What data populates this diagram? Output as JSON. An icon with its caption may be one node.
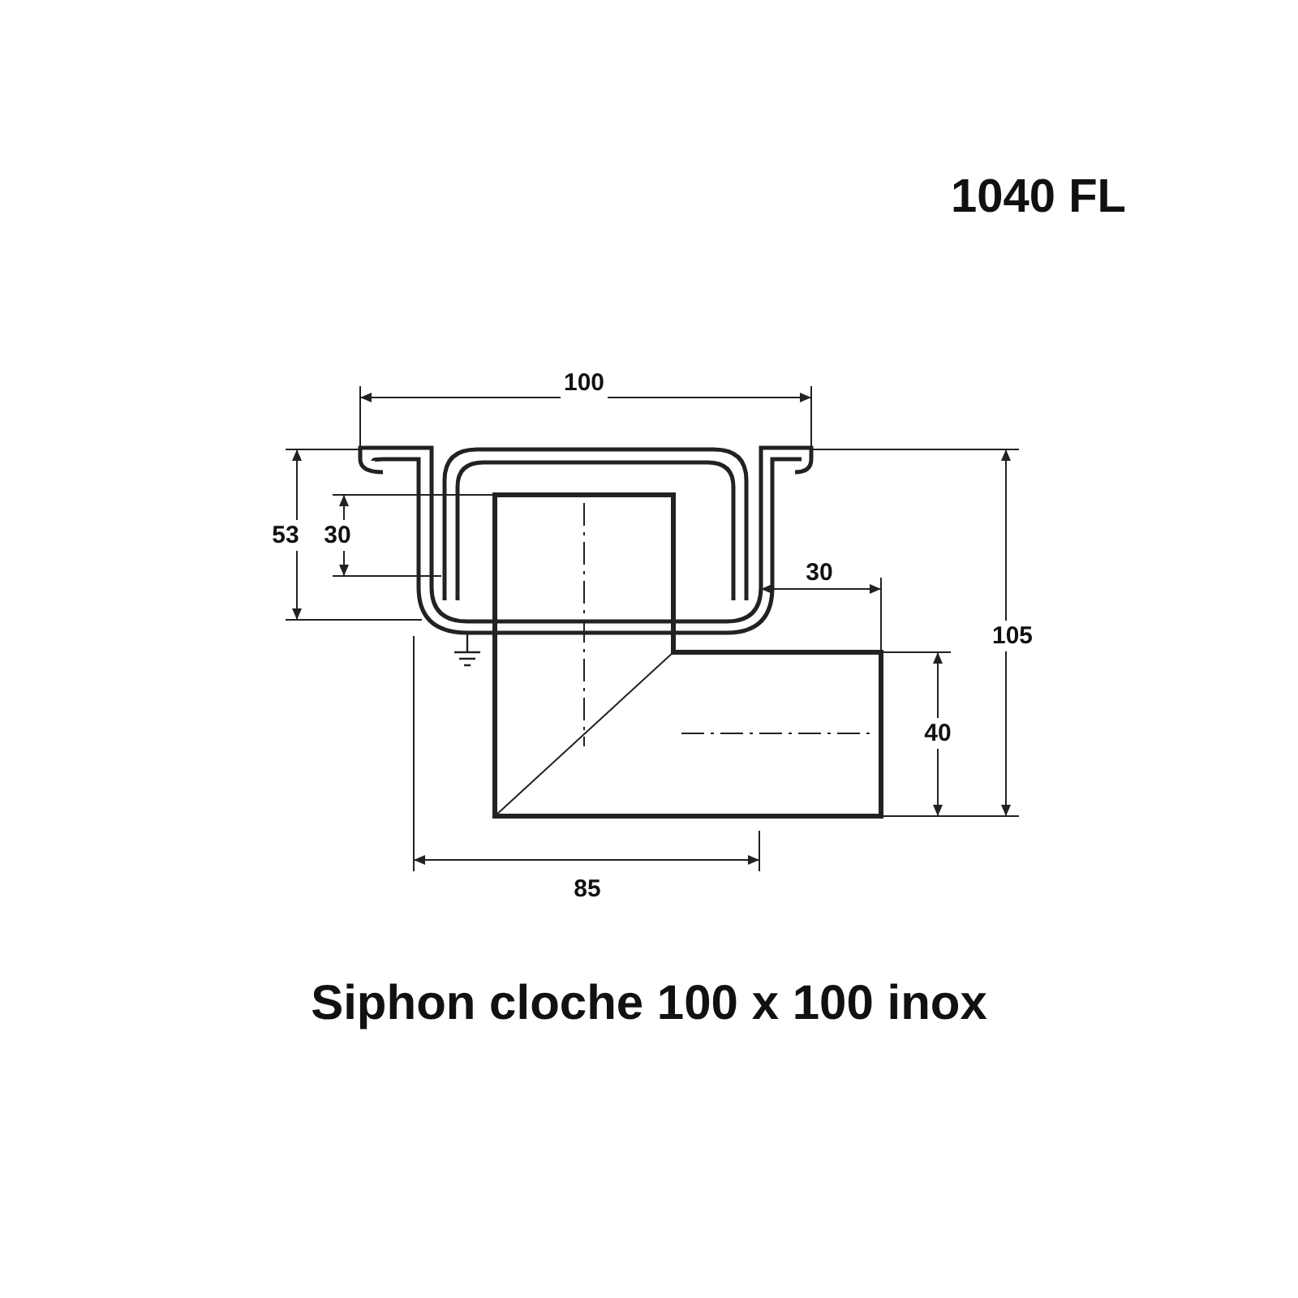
{
  "diagram": {
    "title": "Siphon cloche 100 x 100 inox",
    "labels": [
      "1040 FL",
      "100",
      "53",
      "30",
      "30",
      "105",
      "40",
      "85"
    ]
  }
}
